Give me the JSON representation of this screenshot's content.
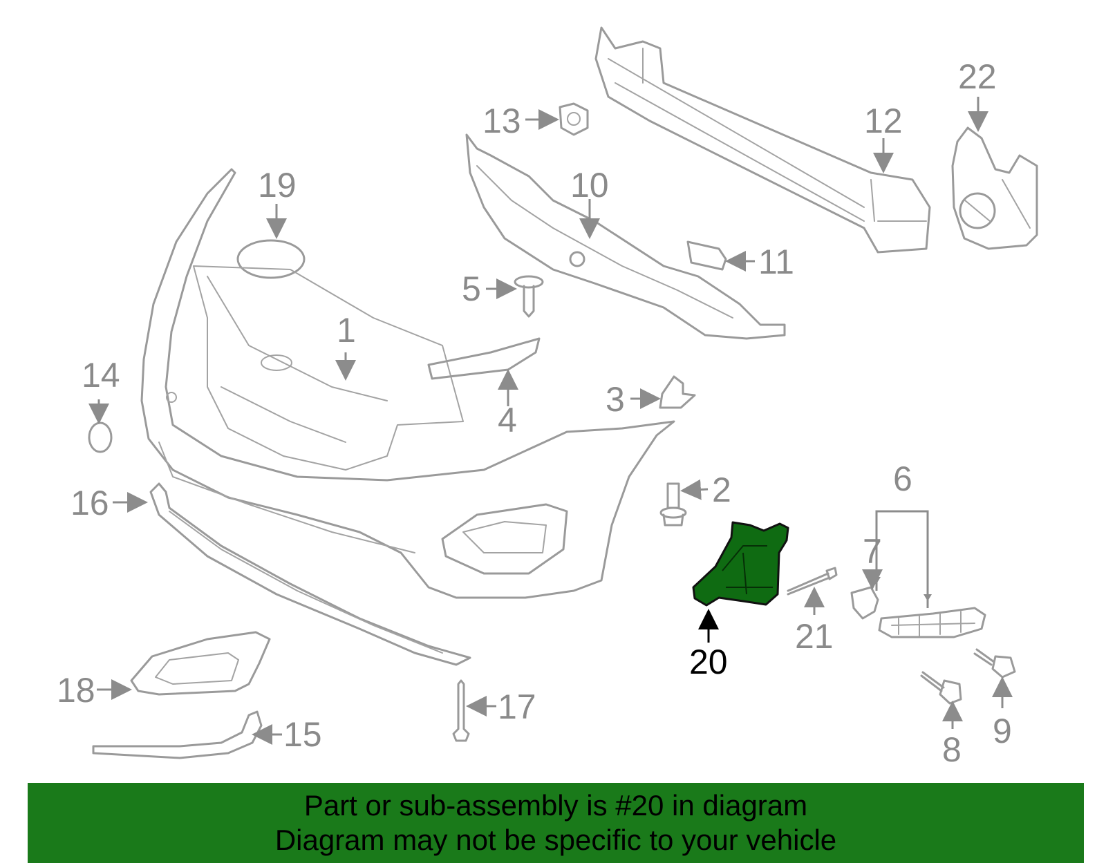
{
  "callouts": {
    "c1": "1",
    "c2": "2",
    "c3": "3",
    "c4": "4",
    "c5": "5",
    "c6": "6",
    "c7": "7",
    "c8": "8",
    "c9": "9",
    "c10": "10",
    "c11": "11",
    "c12": "12",
    "c13": "13",
    "c14": "14",
    "c15": "15",
    "c16": "16",
    "c17": "17",
    "c18": "18",
    "c19": "19",
    "c20": "20",
    "c21": "21",
    "c22": "22"
  },
  "highlighted_part": "20",
  "colors": {
    "highlight_fill": "#0f6b12",
    "banner_bg": "#1a7a1a",
    "part_stroke": "#9a9a9a"
  },
  "banner": {
    "line1": "Part or sub-assembly is #20 in diagram",
    "line2": "Diagram may not be specific to your vehicle"
  }
}
